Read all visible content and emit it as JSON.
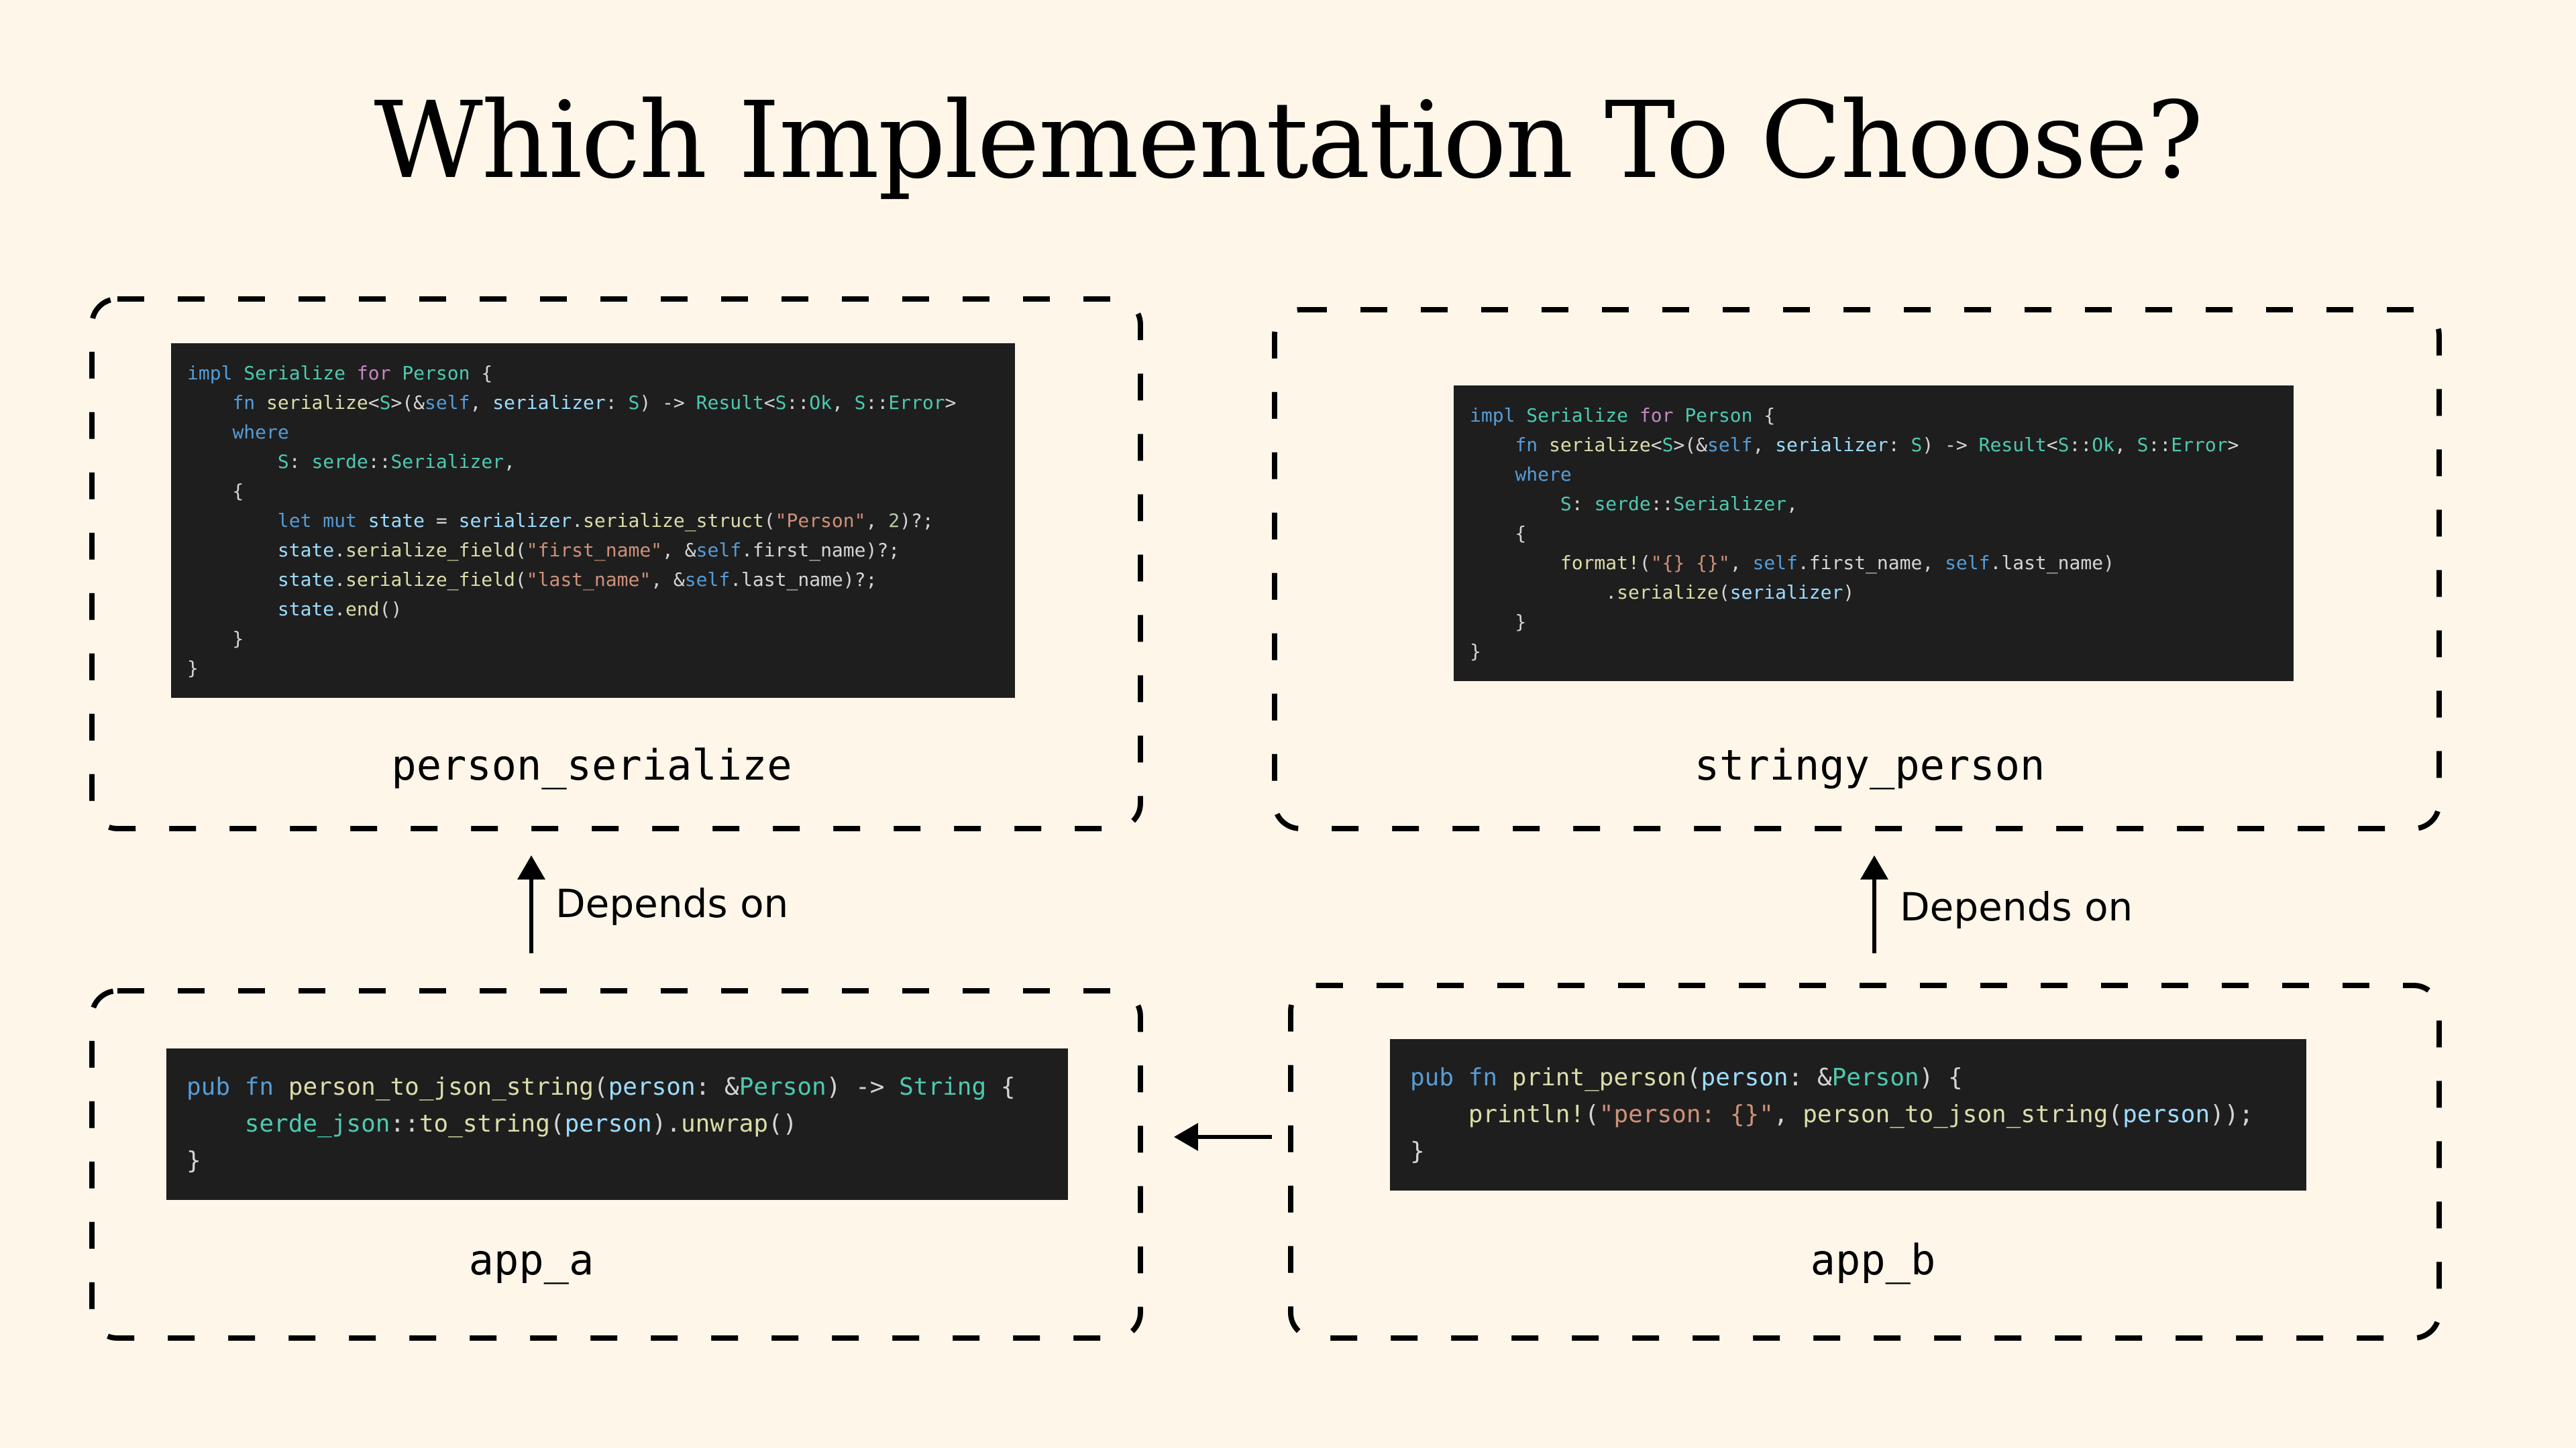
{
  "title": "Which Implementation To Choose?",
  "colors": {
    "background": "#fdf6e9",
    "code_background": "#1e1e1e",
    "keyword": "#569cd6",
    "type": "#4ec9b0",
    "function": "#dcdcaa",
    "variable": "#9cdcfe",
    "string": "#ce9178",
    "control": "#c586c0",
    "number": "#b5cea8",
    "punctuation": "#d4d4d4",
    "border": "#000000"
  },
  "boxes": {
    "person_serialize": {
      "label": "person_serialize",
      "code": [
        [
          [
            "k",
            "impl"
          ],
          [
            "p",
            " "
          ],
          [
            "t",
            "Serialize"
          ],
          [
            "p",
            " "
          ],
          [
            "c",
            "for"
          ],
          [
            "p",
            " "
          ],
          [
            "t",
            "Person"
          ],
          [
            "p",
            " {"
          ]
        ],
        [
          [
            "p",
            "    "
          ],
          [
            "k",
            "fn"
          ],
          [
            "p",
            " "
          ],
          [
            "f",
            "serialize"
          ],
          [
            "p",
            "<"
          ],
          [
            "t",
            "S"
          ],
          [
            "p",
            ">(&"
          ],
          [
            "k",
            "self"
          ],
          [
            "p",
            ", "
          ],
          [
            "v",
            "serializer"
          ],
          [
            "p",
            ": "
          ],
          [
            "t",
            "S"
          ],
          [
            "p",
            ") -> "
          ],
          [
            "t",
            "Result"
          ],
          [
            "p",
            "<"
          ],
          [
            "t",
            "S"
          ],
          [
            "p",
            "::"
          ],
          [
            "t",
            "Ok"
          ],
          [
            "p",
            ", "
          ],
          [
            "t",
            "S"
          ],
          [
            "p",
            "::"
          ],
          [
            "t",
            "Error"
          ],
          [
            "p",
            ">"
          ]
        ],
        [
          [
            "p",
            "    "
          ],
          [
            "k",
            "where"
          ]
        ],
        [
          [
            "p",
            "        "
          ],
          [
            "t",
            "S"
          ],
          [
            "p",
            ": "
          ],
          [
            "t",
            "serde"
          ],
          [
            "p",
            "::"
          ],
          [
            "t",
            "Serializer"
          ],
          [
            "p",
            ","
          ]
        ],
        [
          [
            "p",
            "    {"
          ]
        ],
        [
          [
            "p",
            "        "
          ],
          [
            "k",
            "let"
          ],
          [
            "p",
            " "
          ],
          [
            "k",
            "mut"
          ],
          [
            "p",
            " "
          ],
          [
            "v",
            "state"
          ],
          [
            "p",
            " = "
          ],
          [
            "v",
            "serializer"
          ],
          [
            "p",
            "."
          ],
          [
            "f",
            "serialize_struct"
          ],
          [
            "p",
            "("
          ],
          [
            "s",
            "\"Person\""
          ],
          [
            "p",
            ", "
          ],
          [
            "n",
            "2"
          ],
          [
            "p",
            ")?;"
          ]
        ],
        [
          [
            "p",
            "        "
          ],
          [
            "v",
            "state"
          ],
          [
            "p",
            "."
          ],
          [
            "f",
            "serialize_field"
          ],
          [
            "p",
            "("
          ],
          [
            "s",
            "\"first_name\""
          ],
          [
            "p",
            ", &"
          ],
          [
            "k",
            "self"
          ],
          [
            "p",
            ".first_name)?;"
          ]
        ],
        [
          [
            "p",
            "        "
          ],
          [
            "v",
            "state"
          ],
          [
            "p",
            "."
          ],
          [
            "f",
            "serialize_field"
          ],
          [
            "p",
            "("
          ],
          [
            "s",
            "\"last_name\""
          ],
          [
            "p",
            ", &"
          ],
          [
            "k",
            "self"
          ],
          [
            "p",
            ".last_name)?;"
          ]
        ],
        [
          [
            "p",
            "        "
          ],
          [
            "v",
            "state"
          ],
          [
            "p",
            "."
          ],
          [
            "f",
            "end"
          ],
          [
            "p",
            "()"
          ]
        ],
        [
          [
            "p",
            "    }"
          ]
        ],
        [
          [
            "p",
            "}"
          ]
        ]
      ]
    },
    "stringy_person": {
      "label": "stringy_person",
      "code": [
        [
          [
            "k",
            "impl"
          ],
          [
            "p",
            " "
          ],
          [
            "t",
            "Serialize"
          ],
          [
            "p",
            " "
          ],
          [
            "c",
            "for"
          ],
          [
            "p",
            " "
          ],
          [
            "t",
            "Person"
          ],
          [
            "p",
            " {"
          ]
        ],
        [
          [
            "p",
            "    "
          ],
          [
            "k",
            "fn"
          ],
          [
            "p",
            " "
          ],
          [
            "f",
            "serialize"
          ],
          [
            "p",
            "<"
          ],
          [
            "t",
            "S"
          ],
          [
            "p",
            ">(&"
          ],
          [
            "k",
            "self"
          ],
          [
            "p",
            ", "
          ],
          [
            "v",
            "serializer"
          ],
          [
            "p",
            ": "
          ],
          [
            "t",
            "S"
          ],
          [
            "p",
            ") -> "
          ],
          [
            "t",
            "Result"
          ],
          [
            "p",
            "<"
          ],
          [
            "t",
            "S"
          ],
          [
            "p",
            "::"
          ],
          [
            "t",
            "Ok"
          ],
          [
            "p",
            ", "
          ],
          [
            "t",
            "S"
          ],
          [
            "p",
            "::"
          ],
          [
            "t",
            "Error"
          ],
          [
            "p",
            ">"
          ]
        ],
        [
          [
            "p",
            "    "
          ],
          [
            "k",
            "where"
          ]
        ],
        [
          [
            "p",
            "        "
          ],
          [
            "t",
            "S"
          ],
          [
            "p",
            ": "
          ],
          [
            "t",
            "serde"
          ],
          [
            "p",
            "::"
          ],
          [
            "t",
            "Serializer"
          ],
          [
            "p",
            ","
          ]
        ],
        [
          [
            "p",
            "    {"
          ]
        ],
        [
          [
            "p",
            "        "
          ],
          [
            "f",
            "format!"
          ],
          [
            "p",
            "("
          ],
          [
            "s",
            "\"{} {}\""
          ],
          [
            "p",
            ", "
          ],
          [
            "k",
            "self"
          ],
          [
            "p",
            ".first_name, "
          ],
          [
            "k",
            "self"
          ],
          [
            "p",
            ".last_name)"
          ]
        ],
        [
          [
            "p",
            "            ."
          ],
          [
            "f",
            "serialize"
          ],
          [
            "p",
            "("
          ],
          [
            "v",
            "serializer"
          ],
          [
            "p",
            ")"
          ]
        ],
        [
          [
            "p",
            "    }"
          ]
        ],
        [
          [
            "p",
            "}"
          ]
        ]
      ]
    },
    "app_a": {
      "label": "app_a",
      "code": [
        [
          [
            "k",
            "pub"
          ],
          [
            "p",
            " "
          ],
          [
            "k",
            "fn"
          ],
          [
            "p",
            " "
          ],
          [
            "f",
            "person_to_json_string"
          ],
          [
            "p",
            "("
          ],
          [
            "v",
            "person"
          ],
          [
            "p",
            ": &"
          ],
          [
            "t",
            "Person"
          ],
          [
            "p",
            ") -> "
          ],
          [
            "t",
            "String"
          ],
          [
            "p",
            " {"
          ]
        ],
        [
          [
            "p",
            "    "
          ],
          [
            "t",
            "serde_json"
          ],
          [
            "p",
            "::"
          ],
          [
            "f",
            "to_string"
          ],
          [
            "p",
            "("
          ],
          [
            "v",
            "person"
          ],
          [
            "p",
            ")."
          ],
          [
            "f",
            "unwrap"
          ],
          [
            "p",
            "()"
          ]
        ],
        [
          [
            "p",
            "}"
          ]
        ]
      ]
    },
    "app_b": {
      "label": "app_b",
      "code": [
        [
          [
            "k",
            "pub"
          ],
          [
            "p",
            " "
          ],
          [
            "k",
            "fn"
          ],
          [
            "p",
            " "
          ],
          [
            "f",
            "print_person"
          ],
          [
            "p",
            "("
          ],
          [
            "v",
            "person"
          ],
          [
            "p",
            ": &"
          ],
          [
            "t",
            "Person"
          ],
          [
            "p",
            ") {"
          ]
        ],
        [
          [
            "p",
            "    "
          ],
          [
            "f",
            "println!"
          ],
          [
            "p",
            "("
          ],
          [
            "s",
            "\"person: {}\""
          ],
          [
            "p",
            ", "
          ],
          [
            "f",
            "person_to_json_string"
          ],
          [
            "p",
            "("
          ],
          [
            "v",
            "person"
          ],
          [
            "p",
            "));"
          ]
        ],
        [
          [
            "p",
            "}"
          ]
        ]
      ]
    }
  },
  "edges": [
    {
      "from": "app_a",
      "to": "person_serialize",
      "label": "Depends on",
      "icon": "arrow-up-icon"
    },
    {
      "from": "app_b",
      "to": "stringy_person",
      "label": "Depends on",
      "icon": "arrow-up-icon"
    },
    {
      "from": "app_b",
      "to": "app_a",
      "label": "",
      "icon": "arrow-left-icon"
    }
  ],
  "edge_labels": {
    "left": "Depends on",
    "right": "Depends on"
  }
}
